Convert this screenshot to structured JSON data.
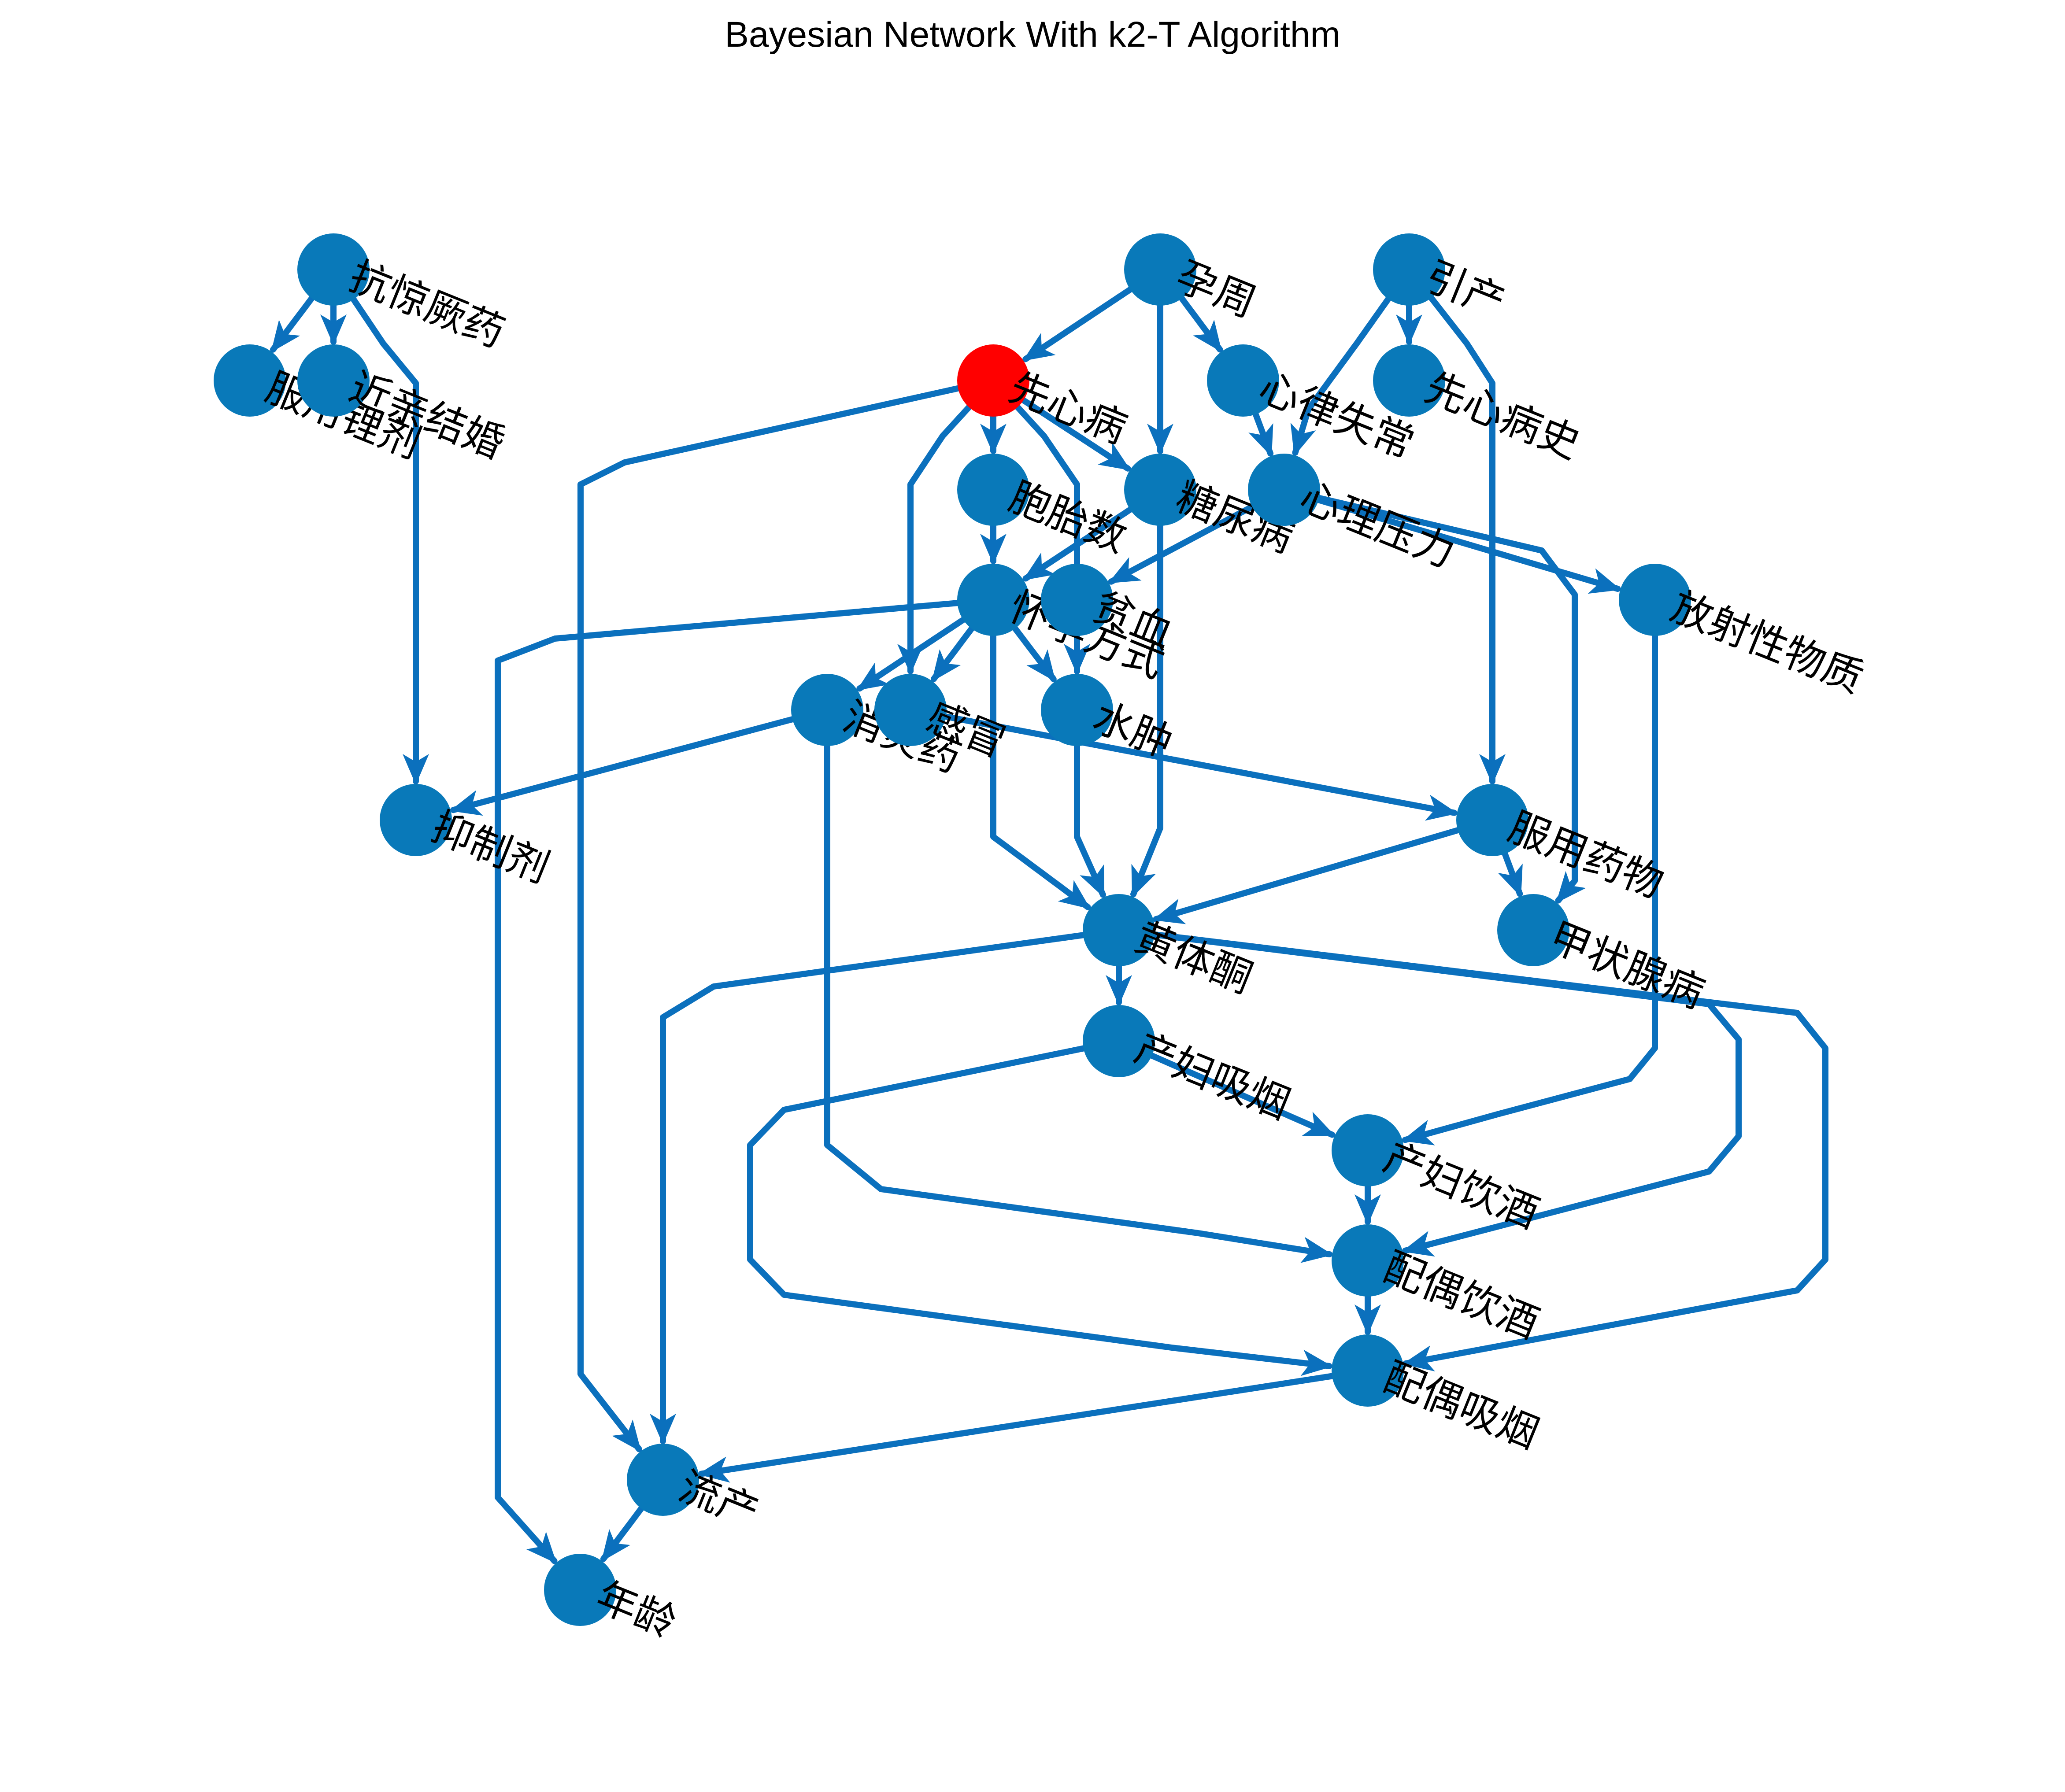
{
  "title": "Bayesian Network With k2-T Algorithm",
  "colors": {
    "node": "#0979b9",
    "highlight_node": "#ff0000",
    "edge": "#0b70bd",
    "label": "#000000",
    "background": "#ffffff"
  },
  "nodes": [
    {
      "id": "kangjingjueyao",
      "label": "抗惊厥药",
      "highlight": false
    },
    {
      "id": "fuyonglil",
      "label": "服用锂剂",
      "highlight": false
    },
    {
      "id": "jinqinjiehun",
      "label": "近亲结婚",
      "highlight": false
    },
    {
      "id": "yunzhou",
      "label": "孕周",
      "highlight": false
    },
    {
      "id": "yinchan",
      "label": "引产",
      "highlight": false
    },
    {
      "id": "xianxinbing",
      "label": "先心病",
      "highlight": true
    },
    {
      "id": "xinlvshichang",
      "label": "心律失常",
      "highlight": false
    },
    {
      "id": "xianxinbingshi",
      "label": "先心病史",
      "highlight": false
    },
    {
      "id": "baotaishu",
      "label": "胞胎数",
      "highlight": false
    },
    {
      "id": "tangniaobing",
      "label": "糖尿病",
      "highlight": false
    },
    {
      "id": "xinliyali",
      "label": "心理压力",
      "highlight": false
    },
    {
      "id": "huaiyunfangshi",
      "label": "怀孕方式",
      "highlight": false
    },
    {
      "id": "pinxue",
      "label": "贫血",
      "highlight": false
    },
    {
      "id": "fangshexingwuzhi",
      "label": "放射性物质",
      "highlight": false
    },
    {
      "id": "xiaoyanyao",
      "label": "消炎药",
      "highlight": false
    },
    {
      "id": "ganmao",
      "label": "感冒",
      "highlight": false
    },
    {
      "id": "shuizhong",
      "label": "水肿",
      "highlight": false
    },
    {
      "id": "yizhiji",
      "label": "抑制剂",
      "highlight": false
    },
    {
      "id": "fuyongyaowu",
      "label": "服用药物",
      "highlight": false
    },
    {
      "id": "huangtitong",
      "label": "黄体酮",
      "highlight": false
    },
    {
      "id": "jiazhuangxianbing",
      "label": "甲状腺病",
      "highlight": false
    },
    {
      "id": "chanfuxiyan",
      "label": "产妇吸烟",
      "highlight": false
    },
    {
      "id": "chanfuyinjiu",
      "label": "产妇饮酒",
      "highlight": false
    },
    {
      "id": "peiouyinjiu",
      "label": "配偶饮酒",
      "highlight": false
    },
    {
      "id": "peiouxiyan",
      "label": "配偶吸烟",
      "highlight": false
    },
    {
      "id": "liuchan",
      "label": "流产",
      "highlight": false
    },
    {
      "id": "nianling",
      "label": "年龄",
      "highlight": false
    }
  ],
  "edges": [
    {
      "from": "kangjingjueyao",
      "to": "fuyonglil"
    },
    {
      "from": "kangjingjueyao",
      "to": "jinqinjiehun"
    },
    {
      "from": "kangjingjueyao",
      "to": "yizhiji"
    },
    {
      "from": "yunzhou",
      "to": "xianxinbing"
    },
    {
      "from": "yunzhou",
      "to": "xinlvshichang"
    },
    {
      "from": "yunzhou",
      "to": "tangniaobing"
    },
    {
      "from": "yinchan",
      "to": "xianxinbingshi"
    },
    {
      "from": "yinchan",
      "to": "xinliyali"
    },
    {
      "from": "yinchan",
      "to": "fuyongyaowu"
    },
    {
      "from": "xinlvshichang",
      "to": "xinliyali"
    },
    {
      "from": "xianxinbing",
      "to": "baotaishu"
    },
    {
      "from": "xianxinbing",
      "to": "tangniaobing"
    },
    {
      "from": "xianxinbing",
      "to": "ganmao"
    },
    {
      "from": "xianxinbing",
      "to": "shuizhong"
    },
    {
      "from": "xianxinbing",
      "to": "liuchan"
    },
    {
      "from": "baotaishu",
      "to": "huaiyunfangshi"
    },
    {
      "from": "tangniaobing",
      "to": "huaiyunfangshi"
    },
    {
      "from": "tangniaobing",
      "to": "huangtitong"
    },
    {
      "from": "xinliyali",
      "to": "pinxue"
    },
    {
      "from": "xinliyali",
      "to": "fangshexingwuzhi"
    },
    {
      "from": "xinliyali",
      "to": "jiazhuangxianbing"
    },
    {
      "from": "huaiyunfangshi",
      "to": "xiaoyanyao"
    },
    {
      "from": "huaiyunfangshi",
      "to": "ganmao"
    },
    {
      "from": "huaiyunfangshi",
      "to": "shuizhong"
    },
    {
      "from": "huaiyunfangshi",
      "to": "huangtitong"
    },
    {
      "from": "huaiyunfangshi",
      "to": "nianling"
    },
    {
      "from": "pinxue",
      "to": "shuizhong"
    },
    {
      "from": "ganmao",
      "to": "fuyongyaowu"
    },
    {
      "from": "xiaoyanyao",
      "to": "yizhiji"
    },
    {
      "from": "xiaoyanyao",
      "to": "peiouyinjiu"
    },
    {
      "from": "shuizhong",
      "to": "huangtitong"
    },
    {
      "from": "fuyongyaowu",
      "to": "huangtitong"
    },
    {
      "from": "fuyongyaowu",
      "to": "jiazhuangxianbing"
    },
    {
      "from": "fangshexingwuzhi",
      "to": "chanfuyinjiu"
    },
    {
      "from": "huangtitong",
      "to": "chanfuxiyan"
    },
    {
      "from": "huangtitong",
      "to": "liuchan"
    },
    {
      "from": "huangtitong",
      "to": "peiouyinjiu"
    },
    {
      "from": "huangtitong",
      "to": "peiouxiyan"
    },
    {
      "from": "chanfuxiyan",
      "to": "chanfuyinjiu"
    },
    {
      "from": "chanfuxiyan",
      "to": "peiouxiyan"
    },
    {
      "from": "chanfuyinjiu",
      "to": "peiouyinjiu"
    },
    {
      "from": "peiouyinjiu",
      "to": "peiouxiyan"
    },
    {
      "from": "peiouxiyan",
      "to": "liuchan"
    },
    {
      "from": "liuchan",
      "to": "nianling"
    }
  ]
}
